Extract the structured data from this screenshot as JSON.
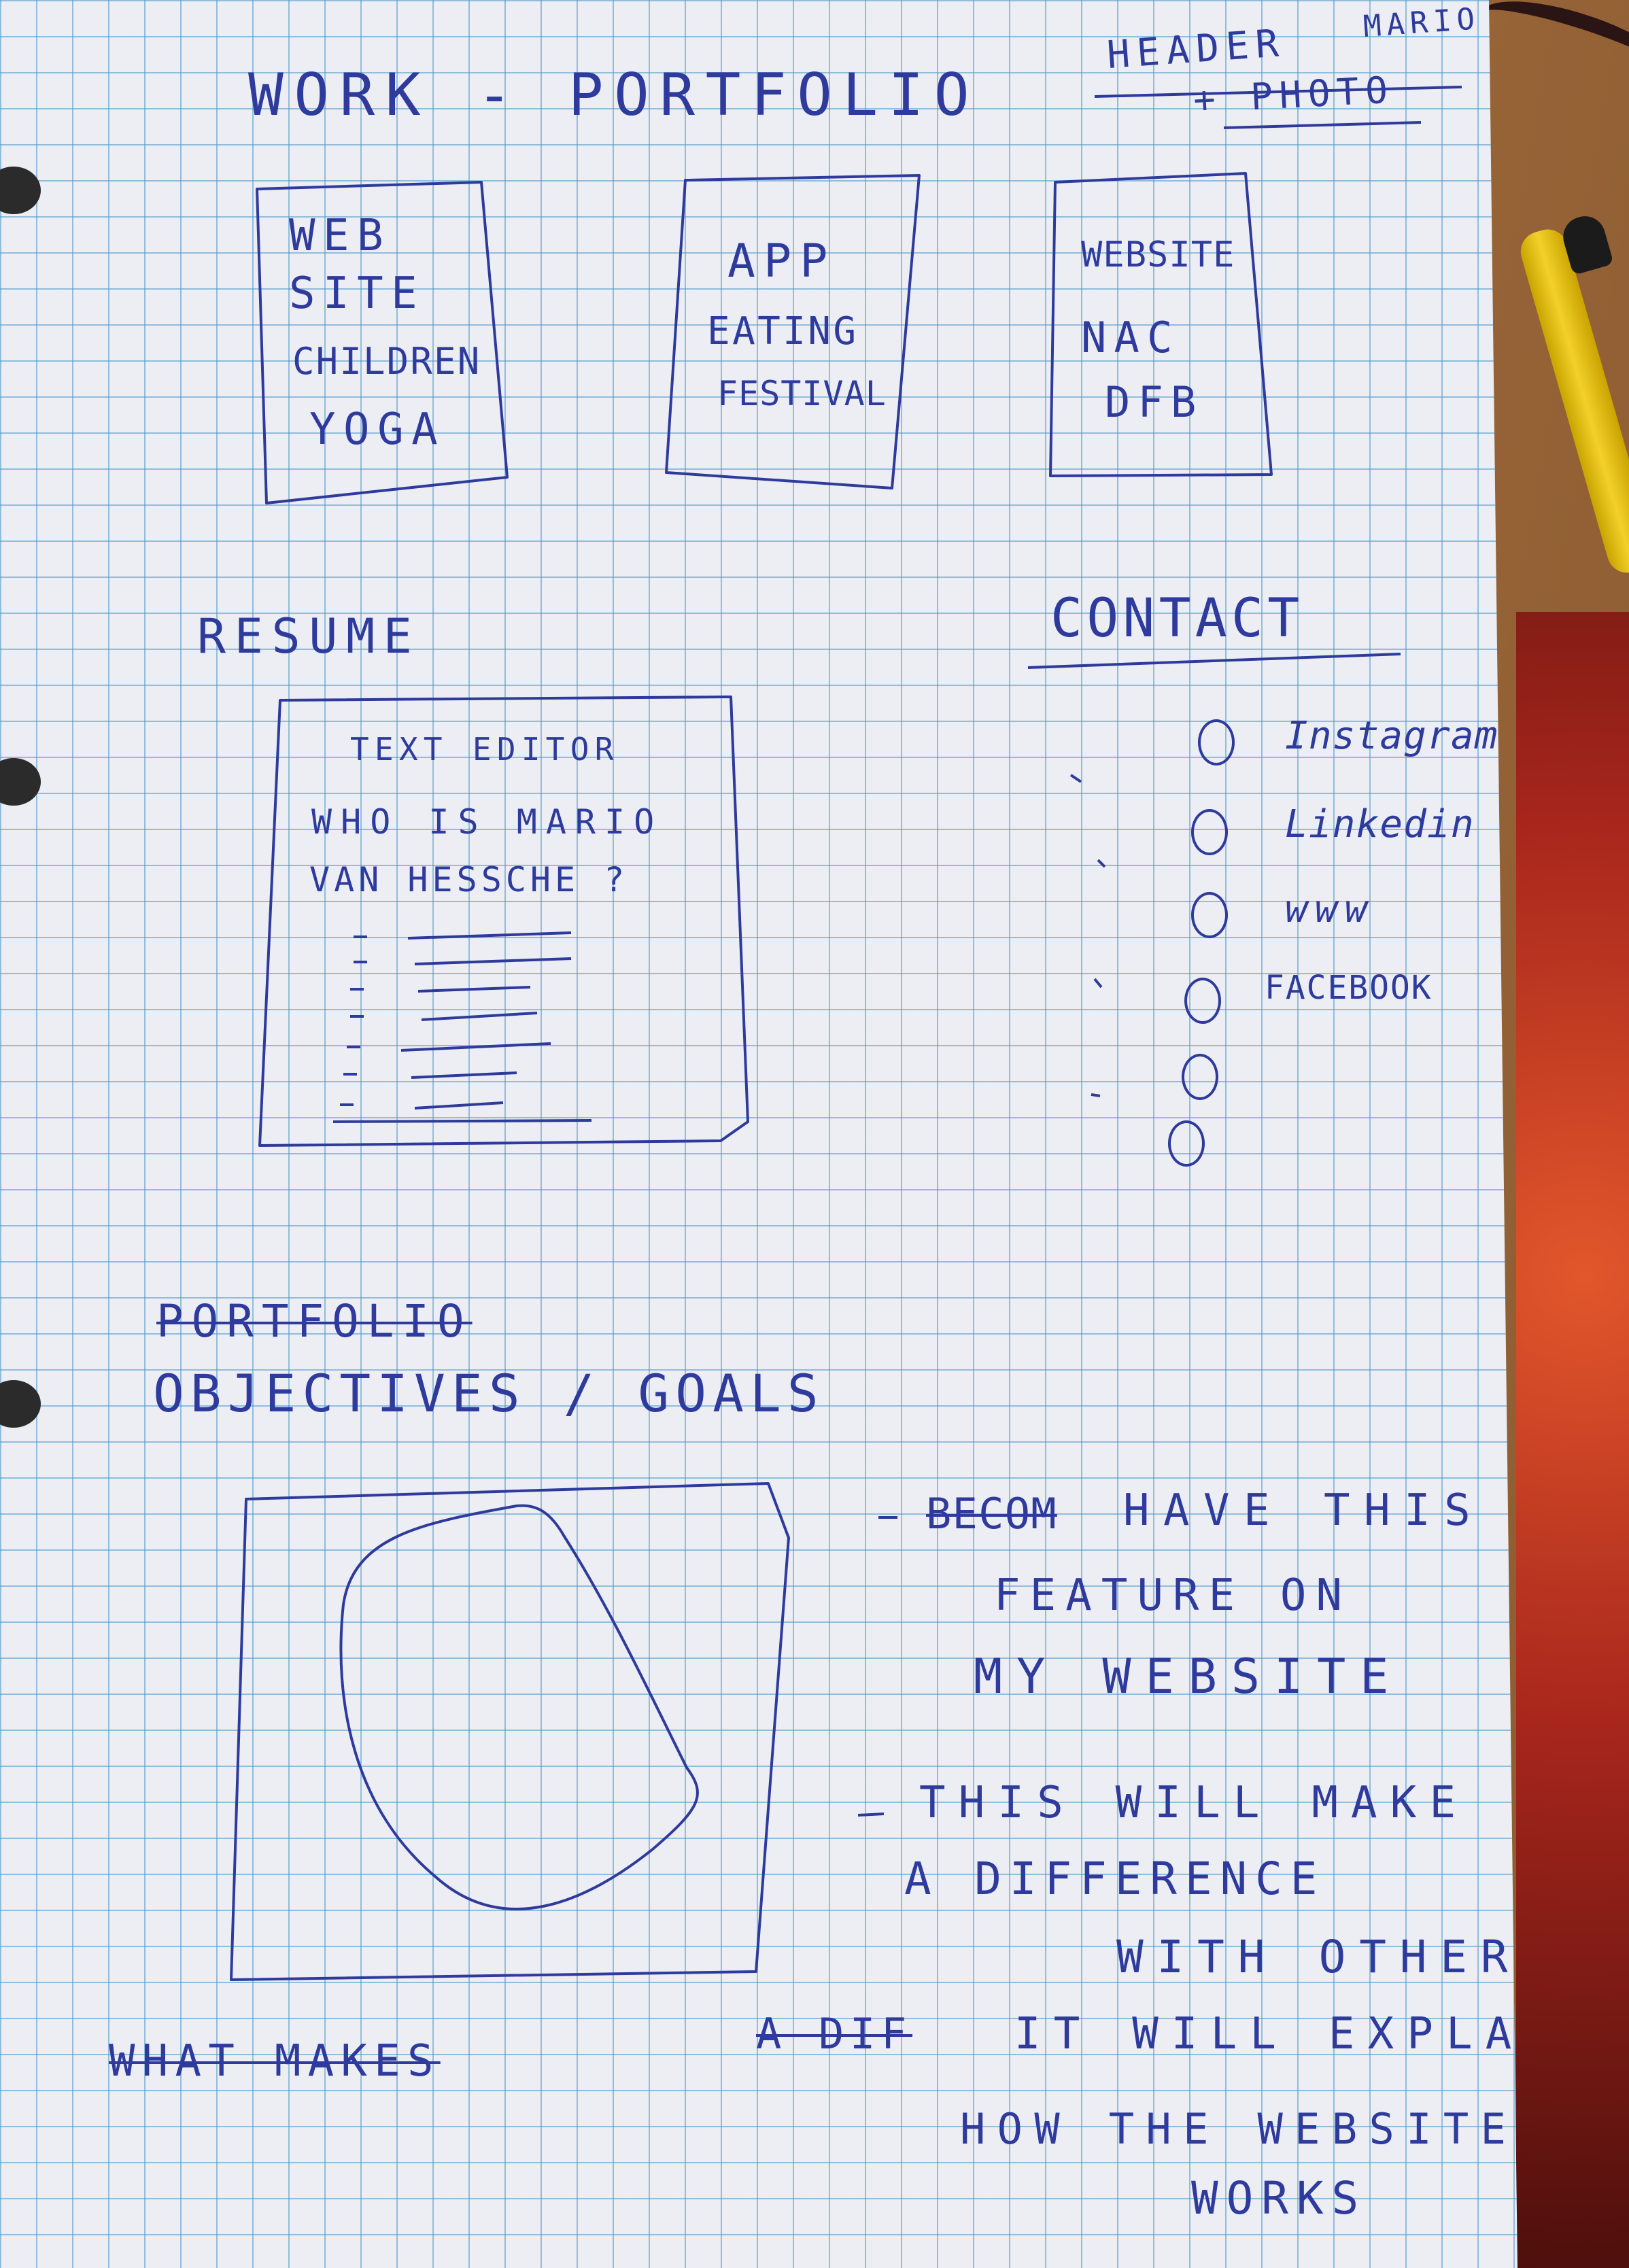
{
  "header": {
    "title": "WORK - PORTFOLIO",
    "note_line1": "HEADER",
    "note_name": "MARIO",
    "note_line2": "+ PHOTO"
  },
  "work_boxes": [
    {
      "lines": [
        "WEB",
        "SITE",
        "CHILDREN",
        "YOGA"
      ]
    },
    {
      "lines": [
        "APP",
        "EATING",
        "FESTIVAL"
      ]
    },
    {
      "lines": [
        "WEBSITE",
        "NAC",
        "DFB"
      ]
    }
  ],
  "resume": {
    "title": "RESUME",
    "box_title": "TEXT EDITOR",
    "question_line1": "WHO IS MARIO",
    "question_line2": "VAN HESSCHE ?"
  },
  "contact": {
    "title": "CONTACT",
    "items": [
      "Instagram",
      "Linkedin",
      "www",
      "FACEBOOK"
    ]
  },
  "objectives": {
    "struck_heading": "PORTFOLIO",
    "title": "OBJECTIVES / GOALS",
    "bullet1_struck": "BECOM",
    "bullet1": "HAVE THIS",
    "bullet1_l2": "FEATURE ON",
    "bullet1_l3": "MY WEBSITE",
    "bullet2": "THIS WILL MAKE",
    "bullet2_l2": "A DIFFERENCE",
    "bullet2_l3": "WITH OTHERS",
    "bottom_struck": "WHAT MAKES",
    "bottom_struck2": "A DIF",
    "bullet3": "IT WILL EXPLAIN",
    "bullet3_l2": "HOW THE WEBSITE",
    "bullet3_l3": "WORKS"
  },
  "colors": {
    "ink": "#2e3a9c",
    "grid": "#4696c8",
    "paper": "#eceef4"
  }
}
